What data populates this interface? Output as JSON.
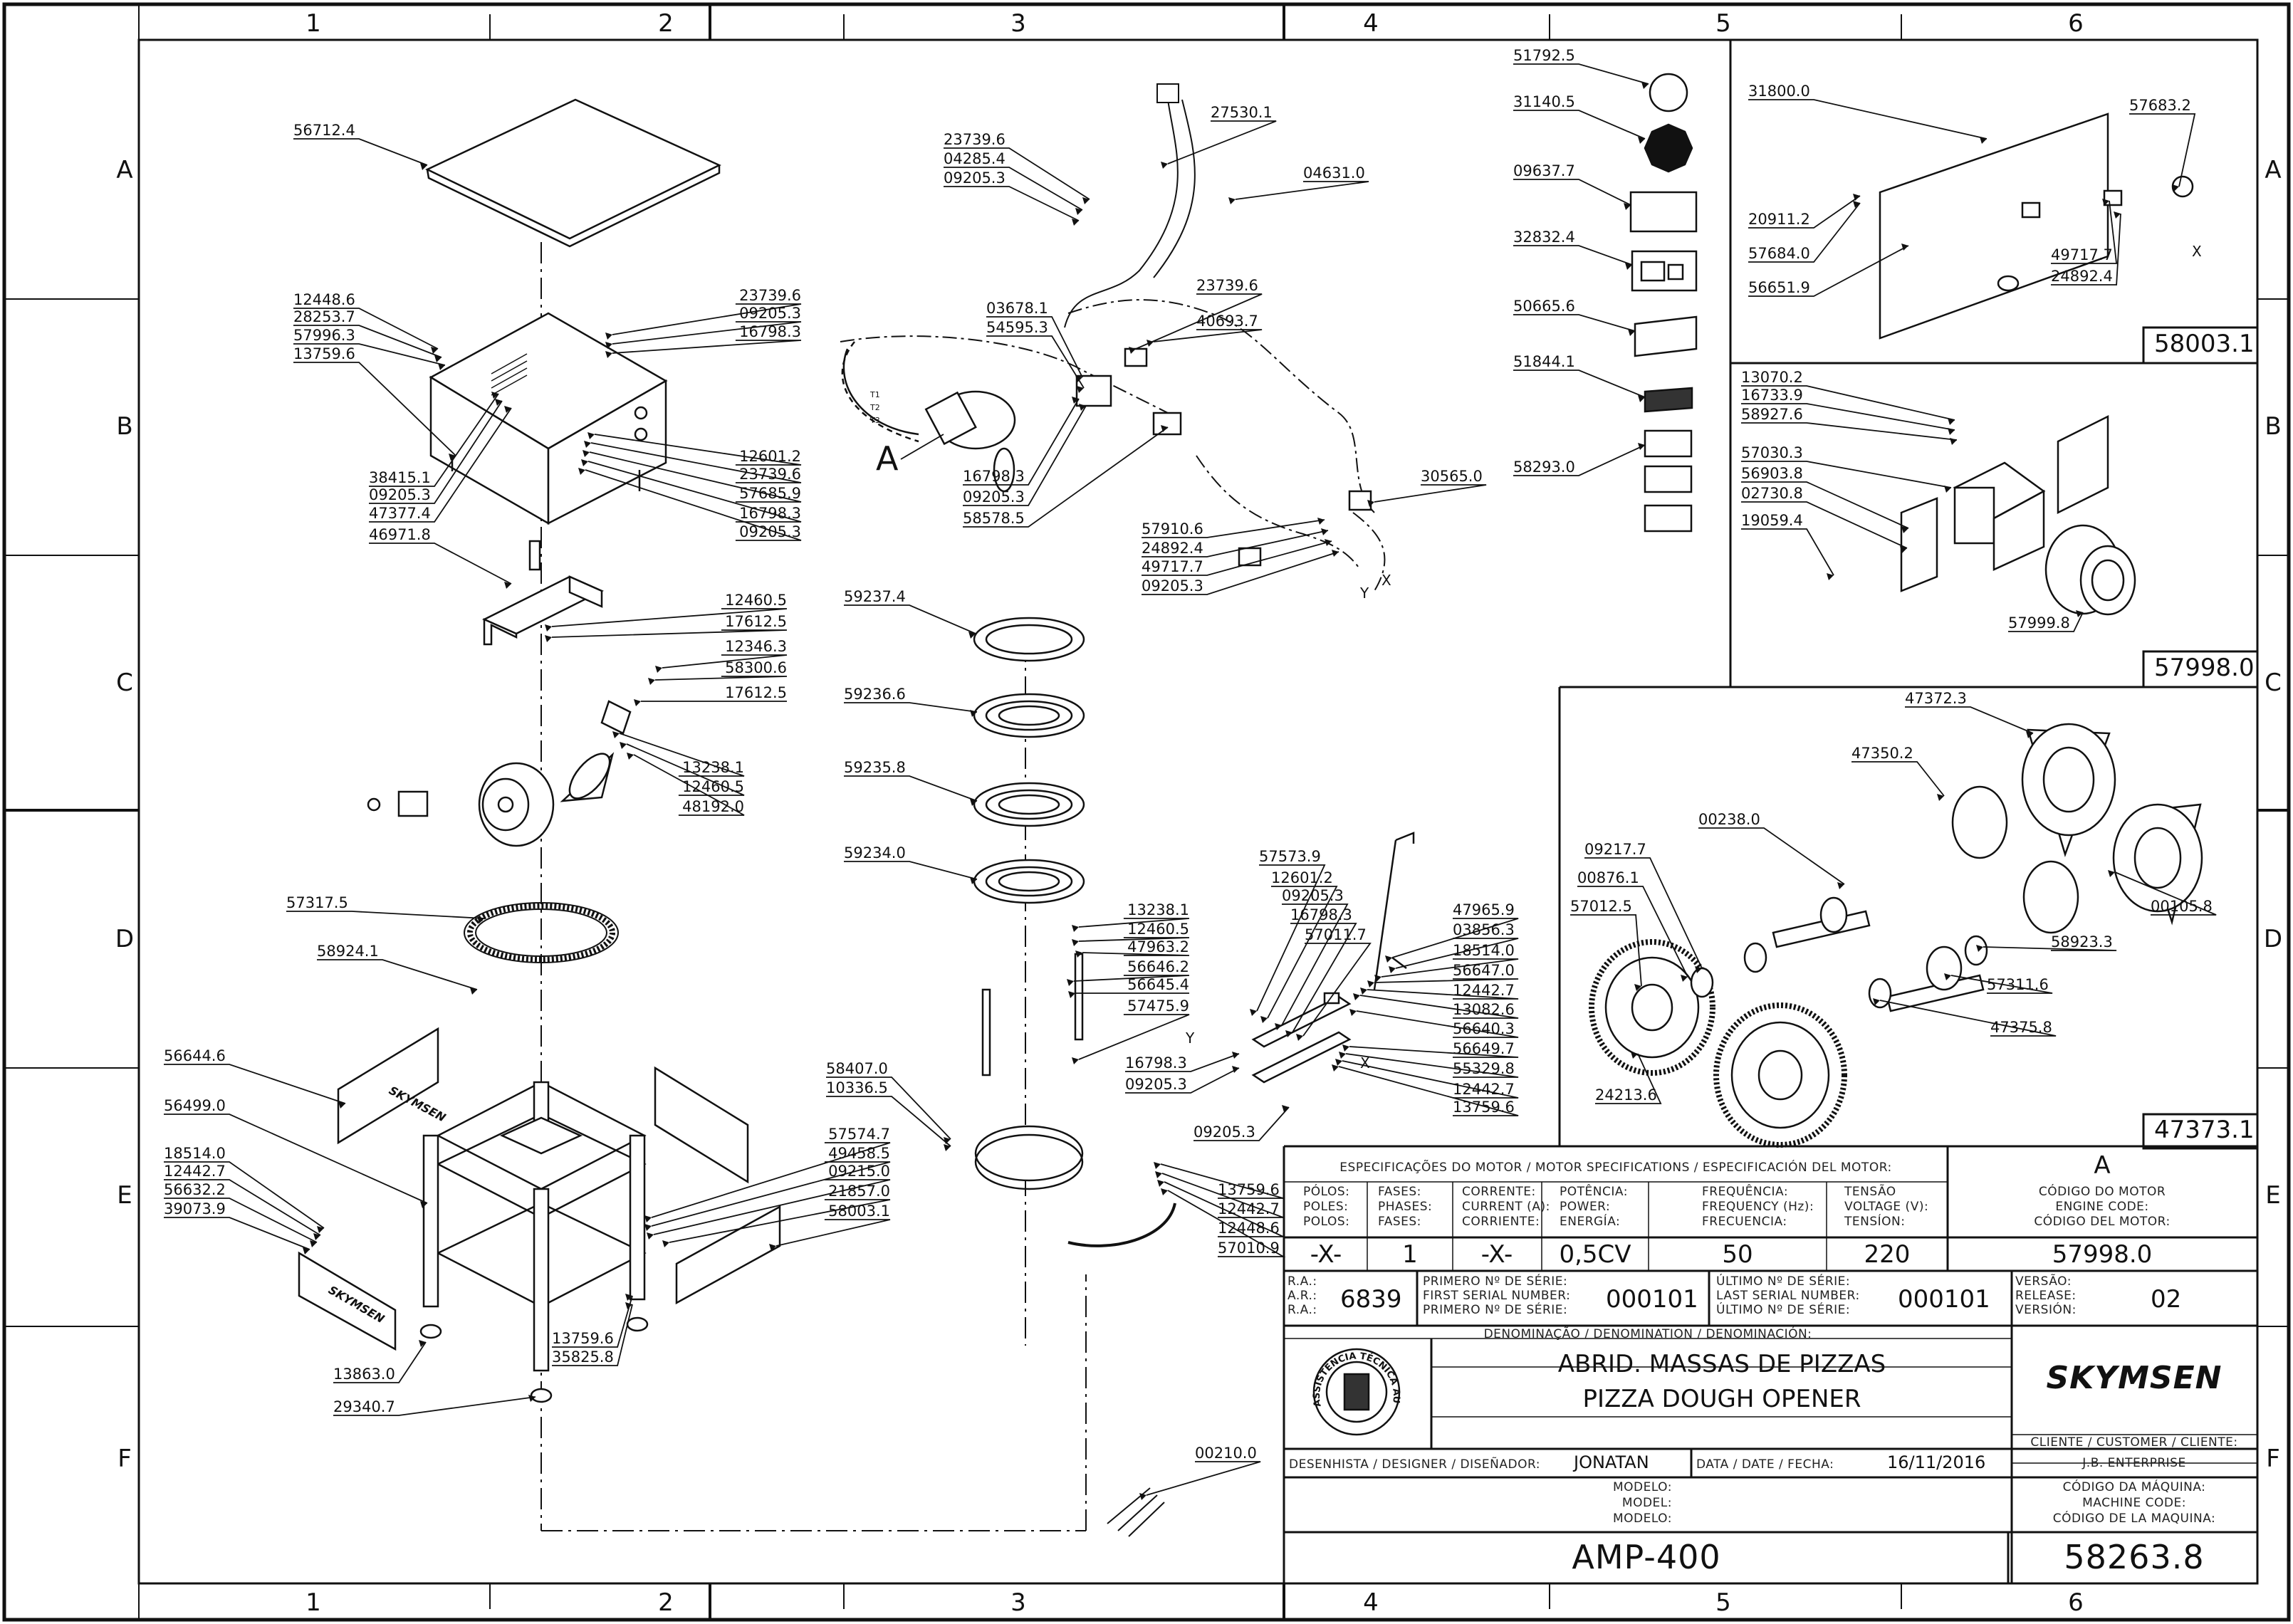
{
  "grid": {
    "cols": [
      "1",
      "2",
      "3",
      "4",
      "5",
      "6"
    ],
    "rows": [
      "A",
      "B",
      "C",
      "D",
      "E",
      "F"
    ]
  },
  "callouts": {
    "left": [
      "56712.4",
      "12448.6",
      "28253.7",
      "57996.3",
      "13759.6",
      "23739.6",
      "09205.3",
      "16798.3",
      "12601.2",
      "23739.6",
      "57685.9",
      "16798.3",
      "09205.3",
      "38415.1",
      "09205.3",
      "47377.4",
      "46971.8",
      "12460.5",
      "17612.5",
      "12346.3",
      "58300.6",
      "17612.5",
      "13238.1",
      "12460.5",
      "48192.0",
      "57317.5",
      "58924.1",
      "56644.6",
      "56499.0",
      "18514.0",
      "12442.7",
      "56632.2",
      "39073.9",
      "57574.7",
      "49458.5",
      "09215.0",
      "21857.0",
      "58003.1",
      "13759.6",
      "35825.8",
      "13863.0",
      "29340.7"
    ],
    "middle": [
      "23739.6",
      "04285.4",
      "09205.3",
      "27530.1",
      "04631.0",
      "03678.1",
      "54595.3",
      "23739.6",
      "40693.7",
      "16798.3",
      "09205.3",
      "58578.5",
      "30565.0",
      "57910.6",
      "24892.4",
      "49717.7",
      "09205.3",
      "59237.4",
      "59236.6",
      "59235.8",
      "59234.0",
      "13238.1",
      "12460.5",
      "47963.2",
      "56646.2",
      "56645.4",
      "57475.9",
      "16798.3",
      "09205.3",
      "58407.0",
      "10336.5",
      "09205.3",
      "57573.9",
      "12601.2",
      "09205.3",
      "16798.3",
      "57011.7",
      "47965.9",
      "03856.3",
      "18514.0",
      "56647.0",
      "12442.7",
      "13082.6",
      "56640.3",
      "56649.7",
      "55329.8",
      "12442.7",
      "13759.6",
      "13759.6",
      "12442.7",
      "12448.6",
      "57010.9",
      "00210.0"
    ],
    "right": [
      "51792.5",
      "31140.5",
      "09637.7",
      "32832.4",
      "50665.6",
      "51844.1",
      "58293.0",
      "31800.0",
      "57683.2",
      "20911.2",
      "57684.0",
      "56651.9",
      "49717.7",
      "24892.4",
      "13070.2",
      "16733.9",
      "58927.6",
      "57030.3",
      "56903.8",
      "02730.8",
      "19059.4",
      "57999.8",
      "47372.3",
      "47350.2",
      "00238.0",
      "09217.7",
      "00876.1",
      "57012.5",
      "00105.8",
      "58923.3",
      "57311.6",
      "47375.8",
      "24213.6"
    ],
    "assembly_letter": "A",
    "wire_labels": [
      "X",
      "Y",
      "X",
      "Y",
      "X"
    ],
    "motor_terminals": [
      "T1",
      "T2",
      "T3"
    ]
  },
  "subassemblies": {
    "label_panel": "58003.1",
    "gear_motor": "57998.0",
    "gearbox": "47373.1"
  },
  "title_block": {
    "motor_spec_header": "ESPECIFICAÇÕES DO MOTOR / MOTOR SPECIFICATIONS / ESPECIFICACIÓN DEL MOTOR:",
    "poles_label": [
      "PÓLOS:",
      "POLES:",
      "POLOS:"
    ],
    "phases_label": [
      "FASES:",
      "PHASES:",
      "FASES:"
    ],
    "current_label": [
      "CORRENTE:",
      "CURRENT (A):",
      "CORRIENTE:"
    ],
    "power_label": [
      "POTÊNCIA:",
      "POWER:",
      "ENERGÍA:"
    ],
    "frequency_label": [
      "FREQUÊNCIA:",
      "FREQUENCY (Hz):",
      "FRECUENCIA:"
    ],
    "voltage_label": [
      "TENSÃO",
      "VOLTAGE (V):",
      "TENSÍON:"
    ],
    "engine_code_label": [
      "CÓDIGO DO MOTOR",
      "ENGINE CODE:",
      "CÓDIGO DEL MOTOR:"
    ],
    "poles": "-X-",
    "phases": "1",
    "current": "-X-",
    "power": "0,5CV",
    "frequency": "50",
    "voltage": "220",
    "engine_code": "57998.0",
    "revision_letter": "A",
    "ra_label": [
      "R.A.:",
      "A.R.:",
      "R.A.:"
    ],
    "ra": "6839",
    "first_serial_label": [
      "PRIMERO Nº DE SÉRIE:",
      "FIRST SERIAL NUMBER:",
      "PRIMERO Nº DE SÉRIE:"
    ],
    "first_serial": "000101",
    "last_serial_label": [
      "ÚLTIMO Nº DE SÉRIE:",
      "LAST SERIAL NUMBER:",
      "ÚLTIMO Nº DE SÉRIE:"
    ],
    "last_serial": "000101",
    "version_label": [
      "VERSÃO:",
      "RELEASE:",
      "VERSIÓN:"
    ],
    "version": "02",
    "denomination_label": "DENOMINAÇÃO / DENOMINATION / DENOMINACIÓN:",
    "name_pt": "ABRID. MASSAS DE PIZZAS",
    "name_en": "PIZZA DOUGH OPENER",
    "brand": "SKYMSEN",
    "seal_text": "ASSISTÊNCIA TÉCNICA AUTORIZADA",
    "customer_label": "CLIENTE / CUSTOMER / CLIENTE:",
    "customer": "J.B. ENTERPRISE",
    "designer_label": "DESENHISTA / DESIGNER / DISEÑADOR:",
    "designer": "JONATAN",
    "date_label": "DATA / DATE / FECHA:",
    "date": "16/11/2016",
    "model_label": [
      "MODELO:",
      "MODEL:",
      "MODELO:"
    ],
    "machine_code_label": [
      "CÓDIGO DA MÁQUINA:",
      "MACHINE CODE:",
      "CÓDIGO DE LA MAQUINA:"
    ],
    "model": "AMP-400",
    "machine_code": "58263.8"
  }
}
